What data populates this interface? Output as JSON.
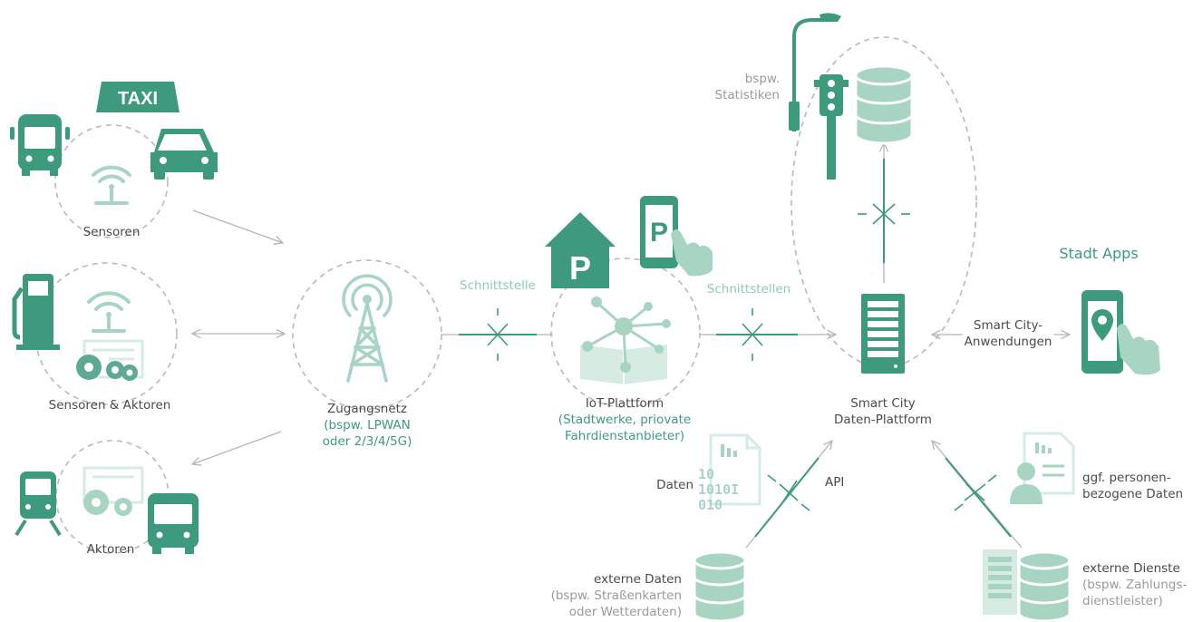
{
  "colors": {
    "primary": "#3d9a7d",
    "light": "#a8d4c2",
    "pale": "#d6ece3",
    "line": "#bdbdbd",
    "text": "#4a4a4a"
  },
  "devices": {
    "taxi_sign": "TAXI",
    "sensors_label": "Sensoren",
    "sensors_actors_label": "Sensoren & Aktoren",
    "actors_label": "Aktoren"
  },
  "access_network": {
    "title": "Zugangsnetz",
    "subtitle_1": "(bspw. LPWAN",
    "subtitle_2": "oder 2/3/4/5G)"
  },
  "interfaces": {
    "interface_1": "Schnittstelle",
    "interface_2": "Schnittstellen"
  },
  "iot_platform": {
    "parking_sign": "P",
    "title": "IoT-Plattform",
    "subtitle_1": "(Stadtwerke, priovate",
    "subtitle_2": "Fahrdienstanbieter)"
  },
  "smart_city": {
    "stats_1": "bspw.",
    "stats_2": "Statistiken",
    "title_1": "Smart City",
    "title_2": "Daten-Plattform"
  },
  "apps": {
    "title": "Stadt Apps",
    "link_1": "Smart City-",
    "link_2": "Anwendungen"
  },
  "data_sources": {
    "daten": "Daten",
    "api": "API",
    "personal_1": "ggf. personen-",
    "personal_2": "bezogene Daten",
    "external_data": "externe Daten",
    "external_data_sub_1": "(bspw. Straßenkarten",
    "external_data_sub_2": "oder Wetterdaten)",
    "external_services": "externe Dienste",
    "external_services_sub_1": "(bspw. Zahlungs-",
    "external_services_sub_2": "dienstleister)"
  }
}
